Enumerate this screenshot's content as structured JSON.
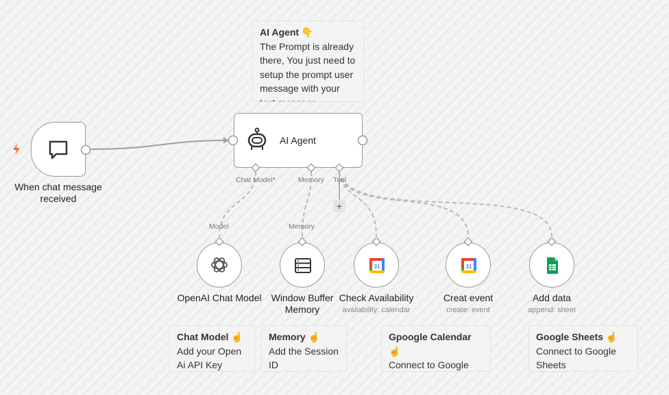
{
  "trigger": {
    "label": "When chat message received",
    "icon": "chat-bubble-icon",
    "accent": "#ff6d2d"
  },
  "agent": {
    "label": "AI Agent",
    "icon": "robot-icon"
  },
  "ports": {
    "chat_model": "Chat Model",
    "required_mark": "*",
    "memory": "Memory",
    "tool": "Tool",
    "add_symbol": "+"
  },
  "sub_nodes": [
    {
      "label": "OpenAI Chat Model",
      "port": "Model",
      "sub": "",
      "icon": "openai-icon"
    },
    {
      "label": "Window Buffer Memory",
      "port": "Memory",
      "sub": "",
      "icon": "database-icon"
    },
    {
      "label": "Check Availability",
      "port": "",
      "sub": "availability: calendar",
      "icon": "google-calendar-icon"
    },
    {
      "label": "Creat event",
      "port": "",
      "sub": "create: event",
      "icon": "google-calendar-icon"
    },
    {
      "label": "Add data",
      "port": "",
      "sub": "append: sheet",
      "icon": "google-sheets-icon"
    }
  ],
  "notes": {
    "agent": {
      "title": "AI Agent 👇",
      "body": "The Prompt is already there, You just need to setup the prompt user message with your text message"
    },
    "chat_model": {
      "title": "Chat Model ☝️",
      "body": "Add your Open Ai API Key"
    },
    "memory": {
      "title": "Memory ☝️",
      "body": "Add the Session ID"
    },
    "calendar": {
      "title": "Gpoogle Calendar ☝️",
      "body": "Connect to Google Calendar"
    },
    "sheets": {
      "title": "Google Sheets ☝️",
      "body": "Connect to Google Sheets"
    }
  },
  "colors": {
    "edge": "#9e9e9e",
    "node_border": "#999999",
    "calendar_blue": "#4285f4",
    "sheets_green": "#0f9d58"
  }
}
